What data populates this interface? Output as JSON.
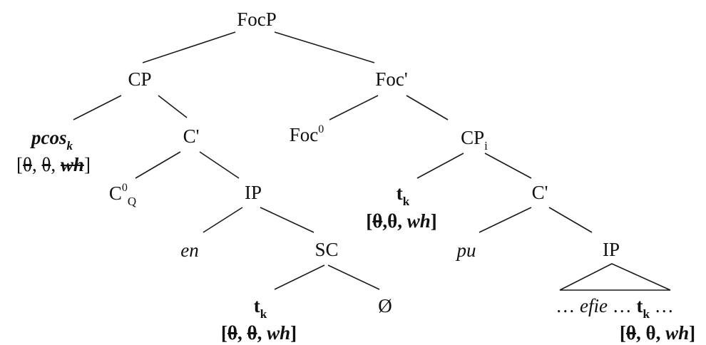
{
  "tree": {
    "focp": "FocP",
    "cp": "CP",
    "focbar": "Foc'",
    "pcos": {
      "base": "pcos",
      "sub": "k"
    },
    "pcos_feats": {
      "open": "[",
      "f1": "θ",
      "sep1": ", ",
      "f2": "θ",
      "sep2": ", ",
      "f3": "wh",
      "close": "]"
    },
    "cbar1": "C'",
    "foc0": {
      "base": "Foc",
      "sup": "0"
    },
    "cpi": {
      "base": "CP",
      "sub": "i"
    },
    "c0q": {
      "base": "C",
      "sup": "0",
      "sub": "Q"
    },
    "ip1": "IP",
    "tk2": {
      "base": "t",
      "sub": "k"
    },
    "tk2_feats": {
      "open": "[",
      "f1": "θ",
      "sep1": ",",
      "f2": "θ",
      "sep2": ", ",
      "f3": "wh",
      "close": "]"
    },
    "cbar2": "C'",
    "en": "en",
    "sc": "SC",
    "pu": "pu",
    "ip2": "IP",
    "tk1": {
      "base": "t",
      "sub": "k"
    },
    "tk1_feats": {
      "open": "[",
      "f1": "θ",
      "sep1": ", ",
      "f2": "θ",
      "sep2": ", ",
      "f3": "wh",
      "close": "]"
    },
    "empty": "Ø",
    "efie": {
      "pre": "… ",
      "word": "efie",
      "mid": " … ",
      "t": "t",
      "sub": "k",
      "post": " …"
    },
    "tk3_feats": {
      "open": "[",
      "f1": "θ",
      "sep1": ", ",
      "f2": "θ",
      "sep2": ", ",
      "f3": "wh",
      "close": "]"
    }
  }
}
